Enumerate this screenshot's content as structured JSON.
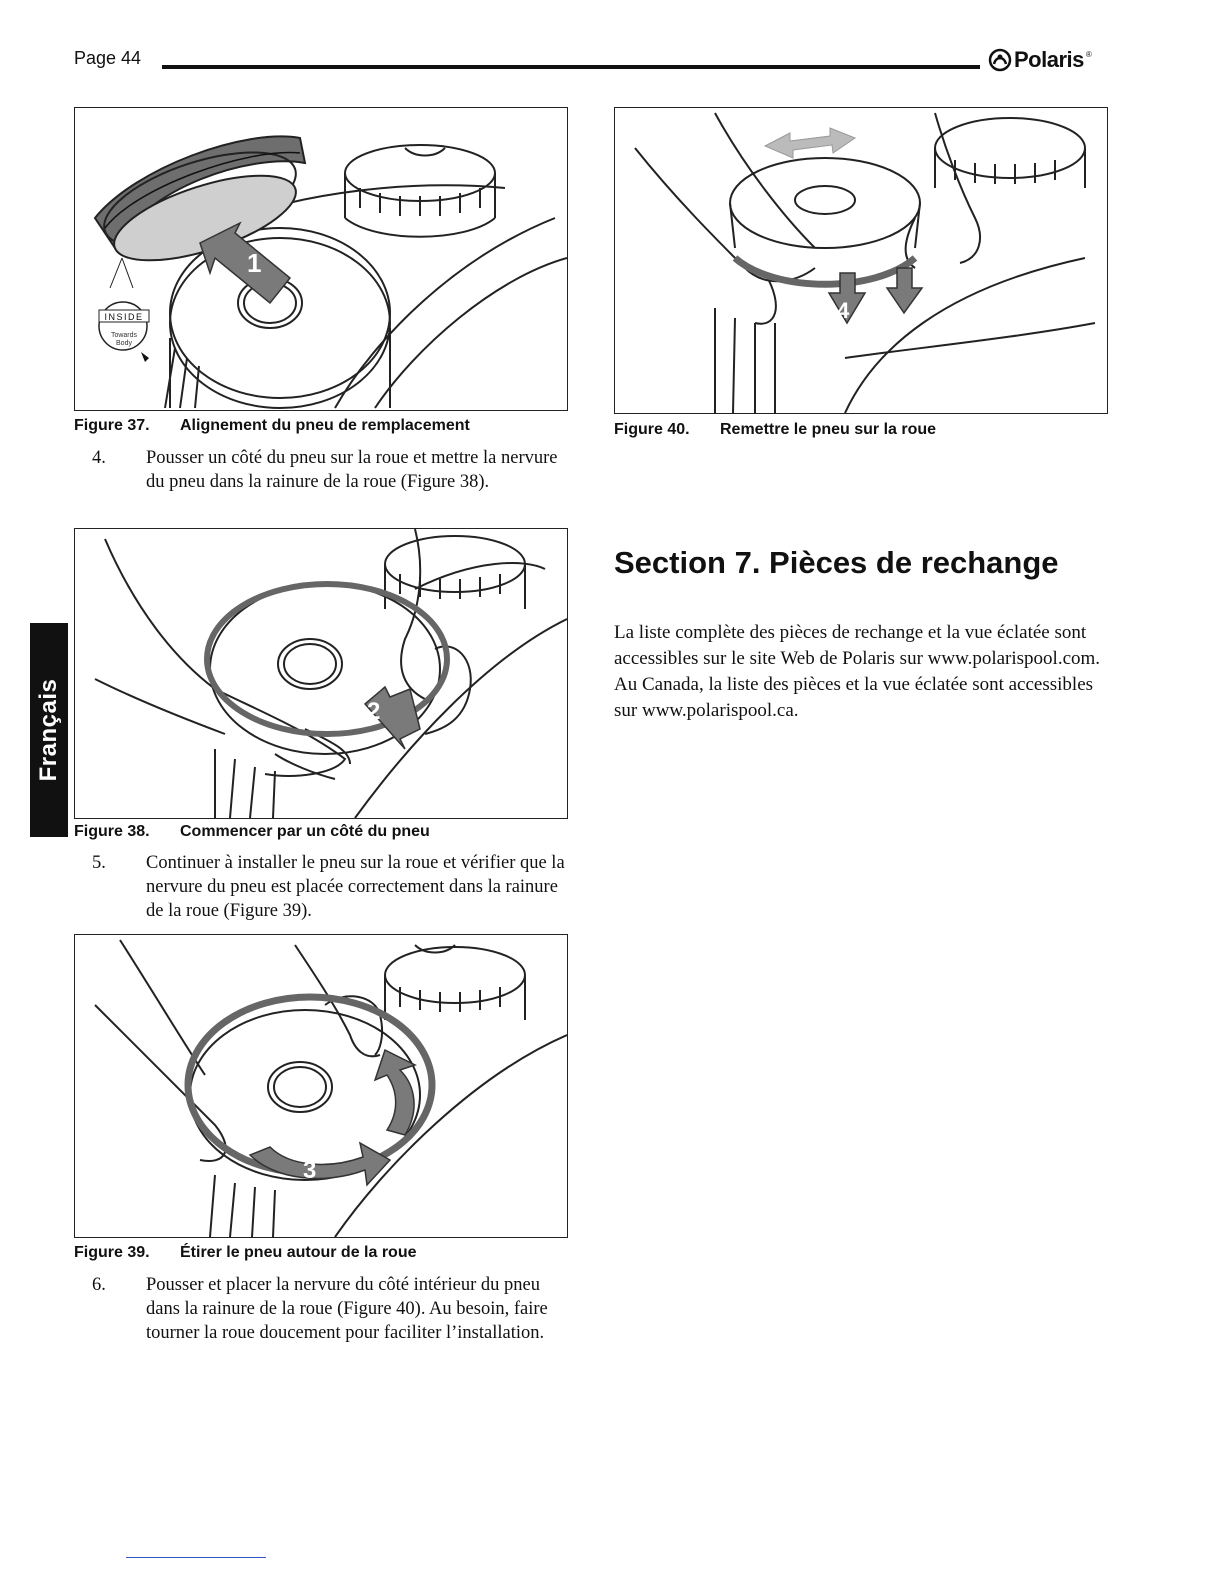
{
  "header": {
    "page_label": "Page 44",
    "brand": "Polaris",
    "brand_mark": "®"
  },
  "side_tab": {
    "label": "Français"
  },
  "figures": [
    {
      "number": "Figure 37.",
      "caption": "Alignement du pneu de remplacement",
      "step_badge": "1",
      "callout_title": "INSIDE",
      "callout_sub_1": "Towards",
      "callout_sub_2": "Body"
    },
    {
      "number": "Figure 38.",
      "caption": "Commencer par un côté du pneu",
      "step_badge": "2"
    },
    {
      "number": "Figure 39.",
      "caption": "Étirer le pneu autour de la roue",
      "step_badge": "3"
    },
    {
      "number": "Figure 40.",
      "caption": "Remettre le pneu sur la roue",
      "step_badge": "4"
    }
  ],
  "steps": [
    {
      "n": "4.",
      "text": "Pousser un côté du pneu sur la roue et mettre la nervure du pneu dans la rainure de la roue (Figure 38)."
    },
    {
      "n": "5.",
      "text": "Continuer à installer le pneu sur la roue et vérifier que la nervure du pneu est placée correctement dans la rainure de la roue (Figure 39)."
    },
    {
      "n": "6.",
      "text": "Pousser et placer la nervure du côté intérieur du pneu dans la rainure de la roue (Figure 40). Au besoin, faire tourner la roue doucement pour faciliter l’installation."
    }
  ],
  "section": {
    "title": "Section 7.  Pièces de rechange",
    "body": "La liste complète des pièces de rechange et la vue éclatée sont accessibles sur le site Web de Polaris sur www.polarispool.com. Au Canada, la liste des pièces et la vue éclatée sont accessibles sur www.polarispool.ca."
  }
}
